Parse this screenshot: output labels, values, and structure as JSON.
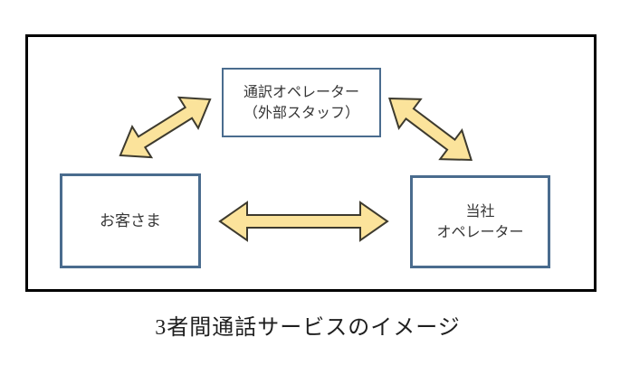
{
  "figure": {
    "caption": "3者間通話サービスのイメージ"
  },
  "diagram": {
    "frame_border_color": "#000000",
    "node_border_color": "#4a6c8e",
    "node_text_color": "#363636",
    "arrow_fill": "#fbe39b",
    "arrow_stroke": "#3d3a2e",
    "nodes": {
      "interpreter": {
        "lines": [
          "通訳オペレーター",
          "（外部スタッフ）"
        ]
      },
      "customer": {
        "lines": [
          "お客さま"
        ]
      },
      "company": {
        "lines": [
          "当社",
          "オペレーター"
        ]
      }
    },
    "arrows": [
      "customer-interpreter-double-arrow",
      "interpreter-company-double-arrow",
      "customer-company-double-arrow"
    ]
  }
}
